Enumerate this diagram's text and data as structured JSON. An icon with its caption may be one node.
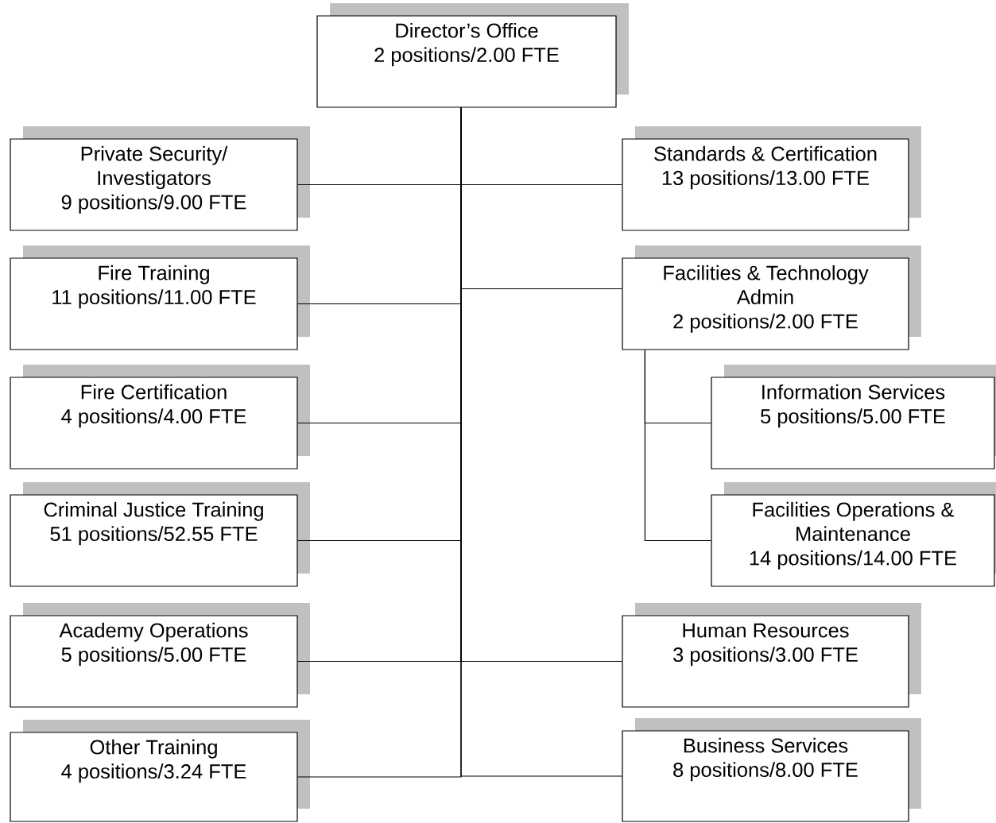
{
  "diagram": {
    "nodes": [
      {
        "text": [
          "Director’s Office",
          "2 positions/2.00 FTE"
        ]
      },
      {
        "text": [
          "Private Security/ Investigators",
          "9 positions/9.00 FTE"
        ]
      },
      {
        "text": [
          "Standards & Certification",
          "13 positions/13.00 FTE"
        ]
      },
      {
        "text": [
          "Fire Training",
          "11 positions/11.00 FTE"
        ]
      },
      {
        "text": [
          "Facilities & Technology Admin",
          "2 positions/2.00 FTE"
        ]
      },
      {
        "text": [
          "Fire Certification",
          "4 positions/4.00 FTE"
        ]
      },
      {
        "text": [
          "Information Services",
          "5 positions/5.00 FTE"
        ]
      },
      {
        "text": [
          "Criminal Justice Training",
          "51 positions/52.55 FTE"
        ]
      },
      {
        "text": [
          "Facilities Operations & Maintenance",
          "14 positions/14.00 FTE"
        ]
      },
      {
        "text": [
          "Academy Operations",
          "5 positions/5.00 FTE"
        ]
      },
      {
        "text": [
          "Human Resources",
          "3 positions/3.00 FTE"
        ]
      },
      {
        "text": [
          "Other Training",
          "4 positions/3.24 FTE"
        ]
      },
      {
        "text": [
          "Business Services",
          "8 positions/8.00 FTE"
        ]
      }
    ],
    "edges": [
      {
        "from": 0,
        "to": 1,
        "arrow": "none"
      },
      {
        "from": 0,
        "to": 2,
        "arrow": "none"
      },
      {
        "from": 0,
        "to": 3,
        "arrow": "none"
      },
      {
        "from": 0,
        "to": 4,
        "arrow": "none"
      },
      {
        "from": 0,
        "to": 5,
        "arrow": "none"
      },
      {
        "from": 4,
        "to": 6,
        "arrow": "none"
      },
      {
        "from": 0,
        "to": 7,
        "arrow": "none"
      },
      {
        "from": 4,
        "to": 8,
        "arrow": "none"
      },
      {
        "from": 0,
        "to": 9,
        "arrow": "none"
      },
      {
        "from": 0,
        "to": 10,
        "arrow": "none"
      },
      {
        "from": 0,
        "to": 11,
        "arrow": "none"
      },
      {
        "from": 0,
        "to": 12,
        "arrow": "none"
      }
    ]
  }
}
